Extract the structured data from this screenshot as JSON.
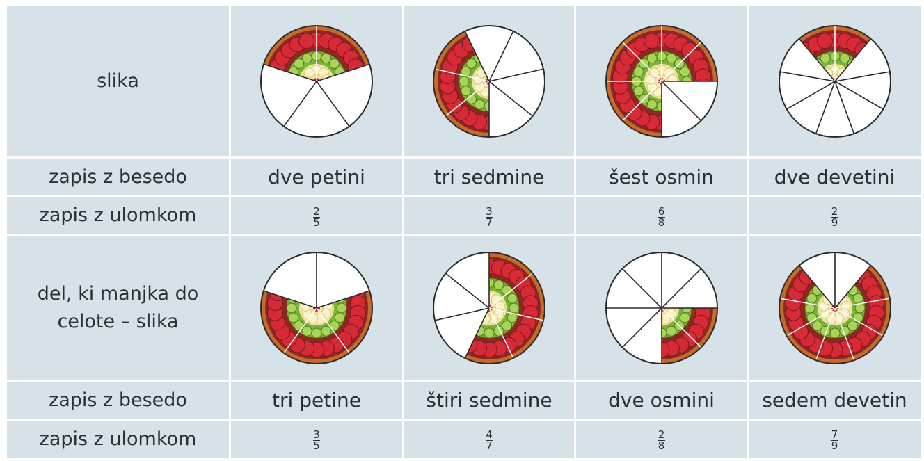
{
  "labels": {
    "picture": "slika",
    "words": "zapis z besedo",
    "fraction": "zapis z ulomkom",
    "missing_picture": "del, ki manjka do celote – slika"
  },
  "top": [
    {
      "words": "dve petini",
      "num": "2",
      "den": "5",
      "parts": 5,
      "shaded": 2
    },
    {
      "words": "tri sedmine",
      "num": "3",
      "den": "7",
      "parts": 7,
      "shaded": 3
    },
    {
      "words": "šest osmin",
      "num": "6",
      "den": "8",
      "parts": 8,
      "shaded": 6
    },
    {
      "words": "dve devetini",
      "num": "2",
      "den": "9",
      "parts": 9,
      "shaded": 2
    }
  ],
  "bottom": [
    {
      "words": "tri petine",
      "num": "3",
      "den": "5",
      "parts": 5,
      "shaded": 3
    },
    {
      "words": "štiri sedmine",
      "num": "4",
      "den": "7",
      "parts": 7,
      "shaded": 4
    },
    {
      "words": "dve osmini",
      "num": "2",
      "den": "8",
      "parts": 8,
      "shaded": 2
    },
    {
      "words": "sedem devetin",
      "num": "7",
      "den": "9",
      "parts": 9,
      "shaded": 7
    }
  ],
  "colors": {
    "cell_bg": "#d6e1e8",
    "crust": "#c66a2c",
    "strawberry": "#d62a36",
    "kiwi": "#7bb43a",
    "banana": "#f3e5a0",
    "outline": "#2a2a2a"
  }
}
